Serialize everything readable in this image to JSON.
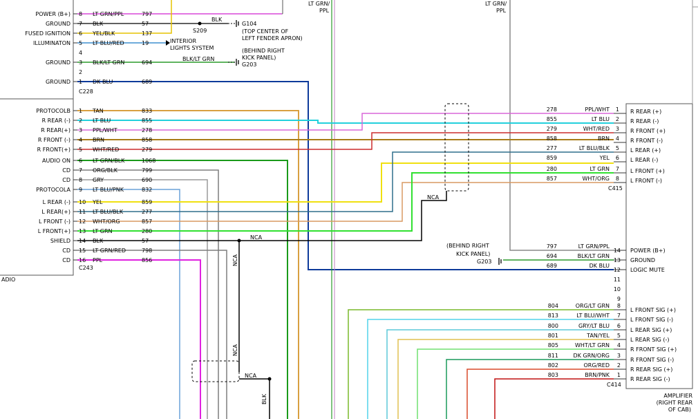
{
  "radio": {
    "name": "ADIO",
    "conn_a": "C228",
    "conn_b": "C243",
    "pins_a": [
      {
        "func": "POWER (B+)",
        "pin": "8",
        "color": "LT GRN/PPL",
        "circuit": "797",
        "wire": "#d946d9"
      },
      {
        "func": "GROUND",
        "pin": "7",
        "color": "BLK",
        "circuit": "57",
        "wire": "#000000"
      },
      {
        "func": "FUSED IGNITION",
        "pin": "6",
        "color": "YEL/BLK",
        "circuit": "137",
        "wire": "#e6c300"
      },
      {
        "func": "ILLUMINATON",
        "pin": "5",
        "color": "LT BLU/RED",
        "circuit": "19",
        "wire": "#3f8fd0"
      },
      {
        "func": "",
        "pin": "4",
        "color": "",
        "circuit": "",
        "wire": ""
      },
      {
        "func": "GROUND",
        "pin": "3",
        "color": "BLK/LT GRN",
        "circuit": "694",
        "wire": "#2a9a2a"
      },
      {
        "func": "",
        "pin": "2",
        "color": "",
        "circuit": "",
        "wire": ""
      },
      {
        "func": "GROUND",
        "pin": "1",
        "color": "DK BLU",
        "circuit": "689",
        "wire": "#0d3a9a"
      }
    ],
    "pins_b": [
      {
        "func": "PROTOCOLB",
        "pin": "1",
        "color": "TAN",
        "circuit": "833",
        "wire": "#d8a040"
      },
      {
        "func": "R REAR (-)",
        "pin": "2",
        "color": "LT BLU",
        "circuit": "855",
        "wire": "#22d0dc"
      },
      {
        "func": "R REAR(+)",
        "pin": "3",
        "color": "PPL/WHT",
        "circuit": "278",
        "wire": "#d866d8"
      },
      {
        "func": "R FRONT (-)",
        "pin": "4",
        "color": "BRN",
        "circuit": "858",
        "wire": "#a87c18"
      },
      {
        "func": "R FRONT(+)",
        "pin": "5",
        "color": "WHT/RED",
        "circuit": "279",
        "wire": "#cc2c2c"
      },
      {
        "func": "AUDIO ON",
        "pin": "6",
        "color": "LT GRN/BLK",
        "circuit": "1068",
        "wire": "#1a9a1a"
      },
      {
        "func": "CD",
        "pin": "7",
        "color": "ORG/BLK",
        "circuit": "799",
        "wire": "#7d7d7d"
      },
      {
        "func": "CD",
        "pin": "8",
        "color": "GRY",
        "circuit": "690",
        "wire": "#9a9a9a"
      },
      {
        "func": "PROTOCOLA",
        "pin": "9",
        "color": "LT BLU/PNK",
        "circuit": "832",
        "wire": "#6aa2d8"
      },
      {
        "func": "L REAR (-)",
        "pin": "10",
        "color": "YEL",
        "circuit": "859",
        "wire": "#f0e010"
      },
      {
        "func": "L REAR(+)",
        "pin": "11",
        "color": "LT BLU/BLK",
        "circuit": "277",
        "wire": "#2f6e8c"
      },
      {
        "func": "L FRONT (-)",
        "pin": "12",
        "color": "WHT/ORG",
        "circuit": "857",
        "wire": "#d89a62"
      },
      {
        "func": "L FRONT(+)",
        "pin": "13",
        "color": "LT GRN",
        "circuit": "280",
        "wire": "#30e030"
      },
      {
        "func": "SHIELD",
        "pin": "14",
        "color": "BLK",
        "circuit": "57",
        "wire": "#000000"
      },
      {
        "func": "CD",
        "pin": "15",
        "color": "LT GRN/RED",
        "circuit": "798",
        "wire": "#7d7d7d"
      },
      {
        "func": "CD",
        "pin": "16",
        "color": "PPL",
        "circuit": "856",
        "wire": "#e020e0"
      }
    ]
  },
  "splice": {
    "s209": "S209",
    "blk": "BLK"
  },
  "grounds": {
    "g104": "G104",
    "g104_note1": "(TOP CENTER OF",
    "g104_note2": "LEFT FENDER APRON)",
    "g203": "G203",
    "g203_note1": "(BEHIND RIGHT",
    "g203_note2": "KICK PANEL)",
    "interior1": "INTERIOR",
    "interior2": "LIGHTS SYSTEM",
    "g203_wire": "BLK/LT GRN",
    "amp_g203_note1": "(BEHIND RIGHT",
    "amp_g203_note2": "KICK PANEL)",
    "amp_g203": "G203"
  },
  "top_labels": {
    "l1a": "LT GRN/",
    "l1b": "PPL",
    "l2a": "LT GRN/",
    "l2b": "PPL"
  },
  "nca": {
    "label": "NCA",
    "vlabel1": "NCA",
    "vlabel2": "NCA",
    "blk": "BLK"
  },
  "c415": {
    "name": "C415",
    "pins": [
      {
        "func": "R REAR (+)",
        "pin": "1",
        "color": "PPL/WHT",
        "circuit": "278"
      },
      {
        "func": "R REAR (-)",
        "pin": "2",
        "color": "LT BLU",
        "circuit": "855"
      },
      {
        "func": "R FRONT (+)",
        "pin": "3",
        "color": "WHT/RED",
        "circuit": "279"
      },
      {
        "func": "R FRONT (-)",
        "pin": "4",
        "color": "BRN",
        "circuit": "858"
      },
      {
        "func": "L REAR (+)",
        "pin": "5",
        "color": "LT BLU/BLK",
        "circuit": "277"
      },
      {
        "func": "L REAR (-)",
        "pin": "6",
        "color": "YEL",
        "circuit": "859"
      },
      {
        "func": "L FRONT (+)",
        "pin": "7",
        "color": "LT GRN",
        "circuit": "280"
      },
      {
        "func": "L FRONT (-)",
        "pin": "8",
        "color": "WHT/ORG",
        "circuit": "857"
      }
    ]
  },
  "amp_power": {
    "pins": [
      {
        "func": "POWER (B+)",
        "pin": "14",
        "color": "LT GRN/PPL",
        "circuit": "797"
      },
      {
        "func": "GROUND",
        "pin": "13",
        "color": "BLK/LT GRN",
        "circuit": "694"
      },
      {
        "func": "LOGIC MUTE",
        "pin": "12",
        "color": "DK BLU",
        "circuit": "689"
      },
      {
        "func": "",
        "pin": "11",
        "color": "",
        "circuit": ""
      },
      {
        "func": "",
        "pin": "10",
        "color": "",
        "circuit": ""
      },
      {
        "func": "",
        "pin": "9",
        "color": "",
        "circuit": ""
      }
    ]
  },
  "c414": {
    "name": "C414",
    "pins": [
      {
        "func": "L FRONT SIG (+)",
        "pin": "8",
        "color": "ORG/LT GRN",
        "circuit": "804",
        "wire": "#7ab82a"
      },
      {
        "func": "L FRONT SIG (-)",
        "pin": "7",
        "color": "LT BLU/WHT",
        "circuit": "813",
        "wire": "#50d4ea"
      },
      {
        "func": "L REAR SIG (+)",
        "pin": "6",
        "color": "GRY/LT BLU",
        "circuit": "800",
        "wire": "#5cc8d8"
      },
      {
        "func": "L REAR SIG (-)",
        "pin": "5",
        "color": "TAN/YEL",
        "circuit": "801",
        "wire": "#e0c050"
      },
      {
        "func": "R FRONT SIG (+)",
        "pin": "4",
        "color": "WHT/LT GRN",
        "circuit": "805",
        "wire": "#70e070"
      },
      {
        "func": "R FRONT SIG (-)",
        "pin": "3",
        "color": "DK GRN/ORG",
        "circuit": "811",
        "wire": "#1a9a5a"
      },
      {
        "func": "R REAR SIG (+)",
        "pin": "2",
        "color": "ORG/RED",
        "circuit": "802",
        "wire": "#d84a2a"
      },
      {
        "func": "R REAR SIG (-)",
        "pin": "1",
        "color": "BRN/PNK",
        "circuit": "803",
        "wire": "#c01010"
      }
    ]
  },
  "amplifier": {
    "l1": "AMPLIFIER",
    "l2": "(RIGHT REAR",
    "l3": "OF CAB)"
  }
}
